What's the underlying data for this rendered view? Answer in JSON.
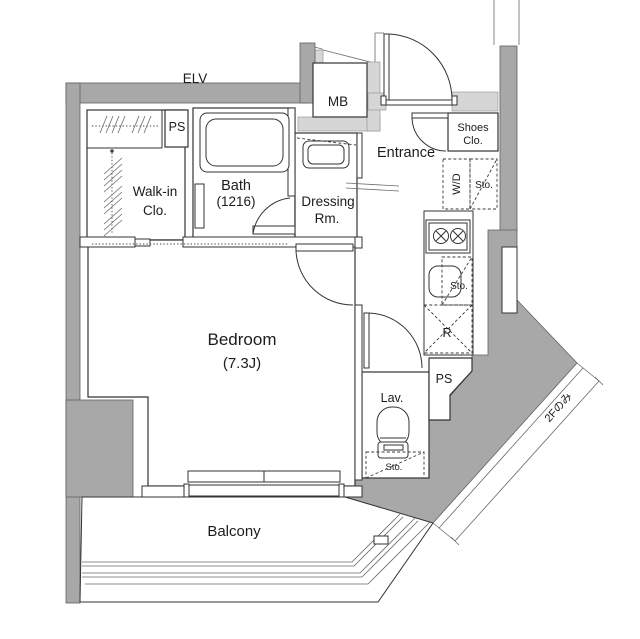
{
  "plan": {
    "building": {
      "elevator": "ELV",
      "meter_box": "MB",
      "pipe_space_upper": "PS",
      "pipe_space_lower": "PS",
      "floor_note": "2Fのみ"
    },
    "rooms": {
      "walk_in_line1": "Walk-in",
      "walk_in_line2": "Clo.",
      "bath_line1": "Bath",
      "bath_line2": "(1216)",
      "dressing_line1": "Dressing",
      "dressing_line2": "Rm.",
      "entrance": "Entrance",
      "shoes_line1": "Shoes",
      "shoes_line2": "Clo.",
      "lavatory": "Lav.",
      "bedroom_line1": "Bedroom",
      "bedroom_line2": "(7.3J)",
      "balcony": "Balcony"
    },
    "fixtures": {
      "washer_dryer": "W/D",
      "storage_entry": "Sto.",
      "storage_kitchen": "Sto.",
      "storage_lavatory": "Sto.",
      "refrigerator": "R"
    }
  },
  "colors": {
    "wall": "#a8a8a8",
    "wall_light": "#d6d6d6",
    "line": "#333333"
  }
}
